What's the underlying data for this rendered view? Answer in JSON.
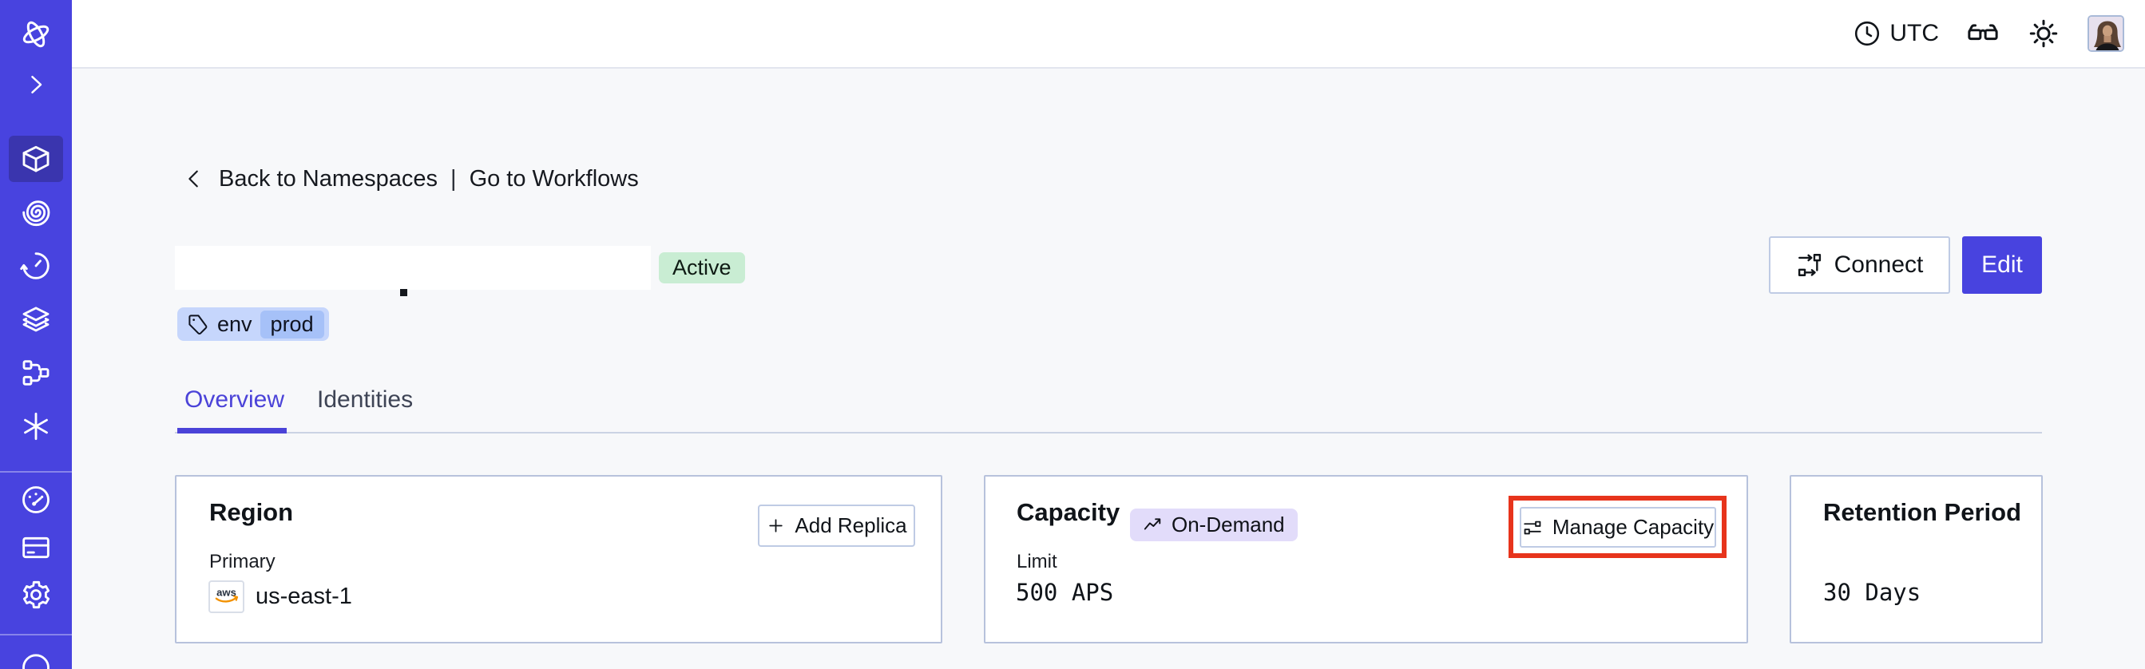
{
  "colors": {
    "sidebar_bg": "#4843DF",
    "sidebar_active_bg": "#3A35AE",
    "accent_indigo": "#4843DF",
    "active_badge_bg": "#C9EDD3",
    "tag_bg": "#C6D6FC",
    "tag_chip_bg": "#A6C1F8",
    "ondemand_badge_bg": "#E2DCFA",
    "annotation_red": "#E7341C",
    "aws_orange": "#F29100"
  },
  "sidebar": {
    "items": [
      {
        "icon": "temporal-logo",
        "active": false
      },
      {
        "icon": "expand-chevron",
        "active": false
      },
      {
        "icon": "namespaces-cube",
        "active": true
      },
      {
        "icon": "workflows-spiral",
        "active": false
      },
      {
        "icon": "schedules-clock",
        "active": false
      },
      {
        "icon": "deployments-layers",
        "active": false
      },
      {
        "icon": "batch-branch",
        "active": false
      },
      {
        "icon": "nexus-asterisk",
        "active": false
      },
      {
        "icon": "usage-gauge",
        "active": false
      },
      {
        "icon": "billing-card",
        "active": false
      },
      {
        "icon": "settings-gear",
        "active": false
      },
      {
        "icon": "support-circle",
        "active": false
      }
    ]
  },
  "topbar": {
    "timezone": "UTC",
    "icons": [
      "clock-icon",
      "glasses-icon",
      "sun-icon",
      "avatar"
    ]
  },
  "breadcrumb": {
    "back_label": "Back to Namespaces",
    "separator": "|",
    "goto_label": "Go to Workflows"
  },
  "header": {
    "status": "Active",
    "tag": {
      "key": "env",
      "value": "prod"
    },
    "connect_label": "Connect",
    "edit_label": "Edit"
  },
  "tabs": [
    {
      "label": "Overview",
      "active": true
    },
    {
      "label": "Identities",
      "active": false
    }
  ],
  "cards": {
    "region": {
      "title": "Region",
      "action_label": "Add Replica",
      "field_label": "Primary",
      "provider": "aws",
      "value": "us-east-1"
    },
    "capacity": {
      "title": "Capacity",
      "badge": "On-Demand",
      "action_label": "Manage Capacity",
      "field_label": "Limit",
      "value": "500 APS"
    },
    "retention": {
      "title": "Retention Period",
      "value": "30 Days"
    }
  }
}
